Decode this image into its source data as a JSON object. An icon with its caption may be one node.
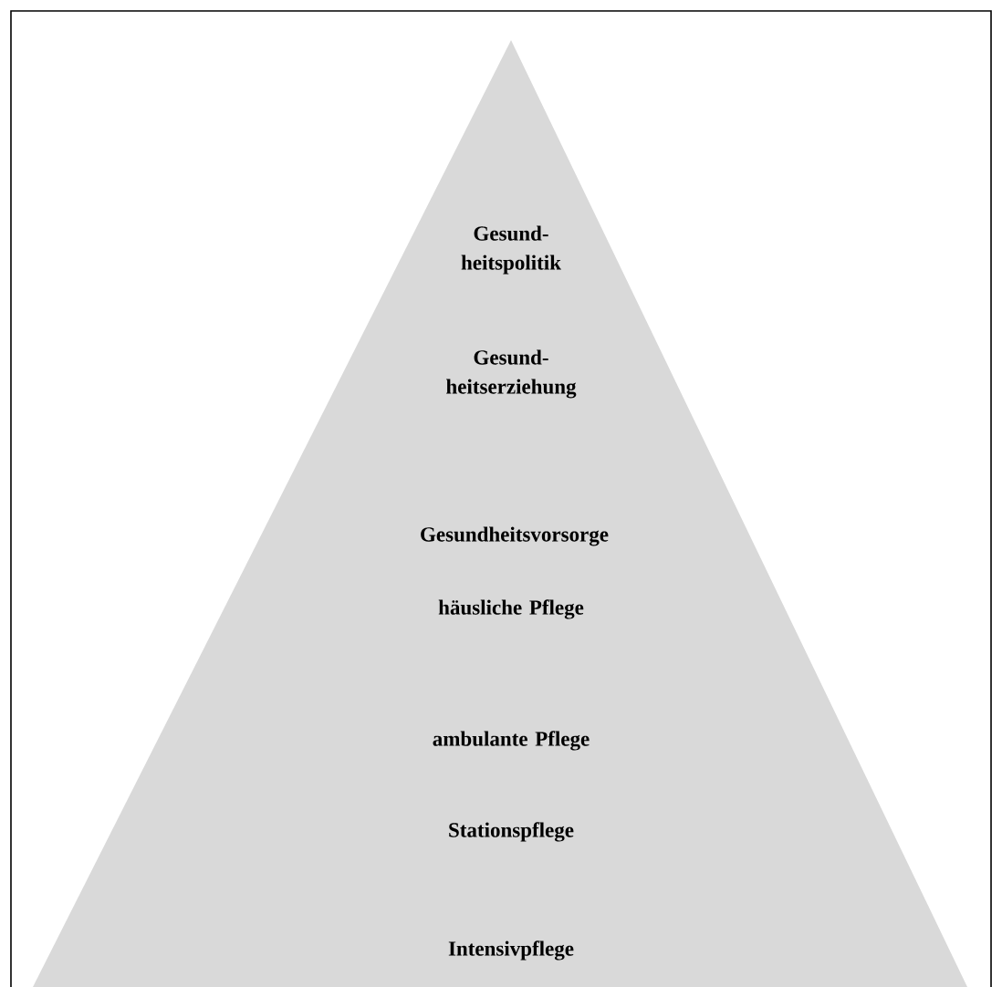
{
  "diagram": {
    "nodes": [
      {
        "text": [
          "Gesund- heitspolitik",
          "Gesund- heitserziehung",
          "Gesundheitsvorsorge",
          "häusliche Pflege",
          "ambulante Pflege",
          "Stationspflege",
          "Intensivpflege"
        ]
      }
    ]
  }
}
